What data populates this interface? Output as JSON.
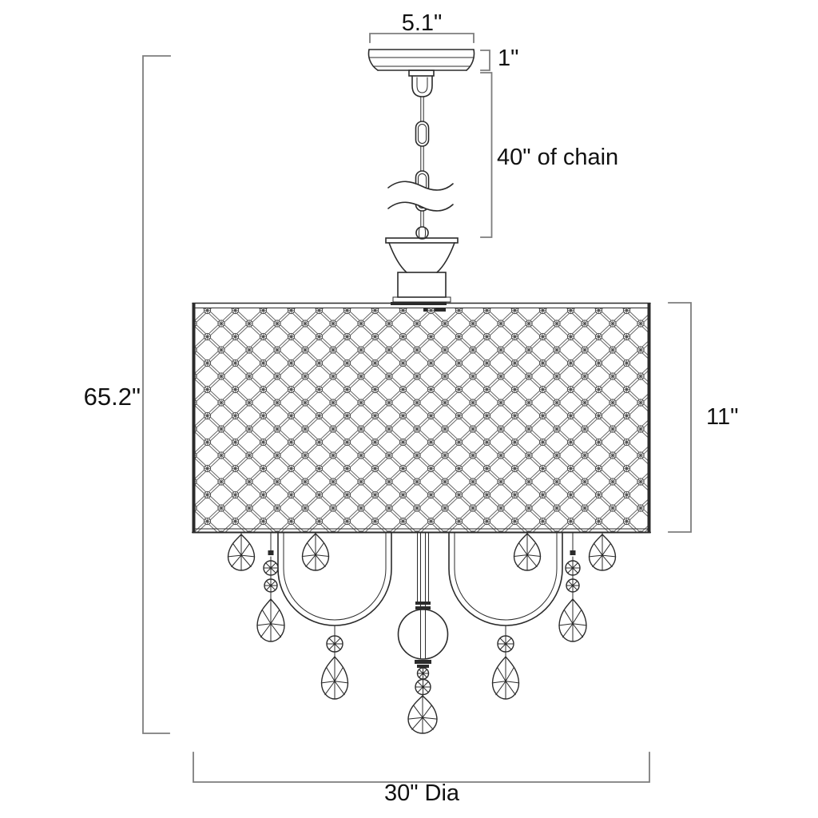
{
  "diagram": {
    "type": "technical line drawing",
    "subject": "drum-shade crystal chandelier with ceiling canopy and hanging chain",
    "labels": {
      "canopy_width": "5.1\"",
      "canopy_height": "1\"",
      "chain_length": "40\" of chain",
      "overall_height": "65.2\"",
      "shade_height": "11\"",
      "shade_diameter": "30\" Dia"
    },
    "colors": {
      "background": "#ffffff",
      "line": "#2b2b2b",
      "dimension_line": "#7d7d7d",
      "lattice_line": "#5a5a5a",
      "text": "#111111"
    }
  }
}
